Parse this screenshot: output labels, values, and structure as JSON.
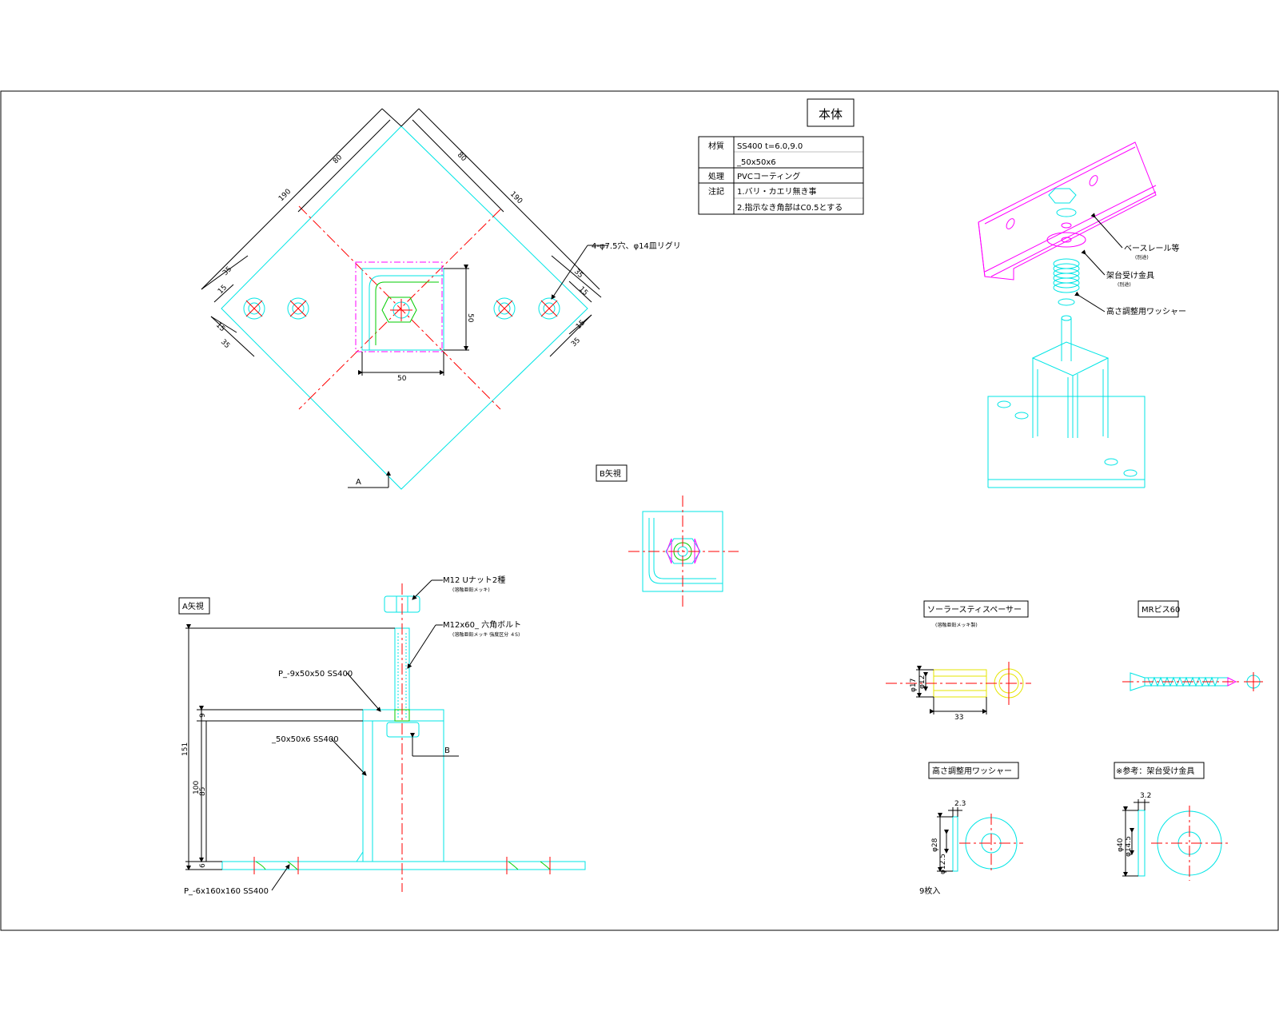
{
  "title_box": {
    "label": "本体"
  },
  "spec_table": {
    "rows": [
      {
        "key": "材質",
        "values": [
          "SS400 t=6.0,9.0",
          "_50x50x6"
        ]
      },
      {
        "key": "処理",
        "values": [
          "PVCコーティング"
        ]
      },
      {
        "key": "注記",
        "values": [
          "1.バリ・カエリ無き事",
          "2.指示なき角部はC0.5とする"
        ]
      }
    ]
  },
  "top_view": {
    "dims": {
      "d190_left": "190",
      "d80_left": "80",
      "d80_right": "80",
      "d190_right": "190",
      "d35_ul": "35",
      "d15_ul": "15",
      "d15_ll": "15",
      "d35_ll": "35",
      "d35_ur": "35",
      "d15_ur": "15",
      "d15_lr": "15",
      "d35_lr": "35",
      "d50_h": "50",
      "d50_v": "50"
    },
    "hole_note": "4-φ7.5穴、φ14皿リグリ",
    "view_arrow": "A"
  },
  "b_view": {
    "label": "B矢視"
  },
  "a_view": {
    "label": "A矢視",
    "callouts": {
      "nut": "M12 Uナット2種",
      "nut_sub": "(溶融亜鉛メッキ)",
      "bolt": "M12x60_ 六角ボルト",
      "bolt_sub": "(溶融亜鉛メッキ 強度区分 ４S)",
      "top_plate": "P_-9x50x50 SS400",
      "angle": "_50x50x6 SS400",
      "base_plate": "P_-6x160x160 SS400",
      "b_arrow": "B"
    },
    "dims": {
      "d151": "151",
      "d100": "100",
      "d85": "85",
      "d9": "9",
      "d6": "6"
    }
  },
  "iso_view": {
    "callouts": {
      "base_rail": "ベースレール等",
      "base_rail_sub": "(別途)",
      "receiver": "架台受け金具",
      "receiver_sub": "(別途)",
      "washer": "高さ調整用ワッシャー"
    }
  },
  "spacer": {
    "label": "ソーラースティスペーサー",
    "sub": "(溶融亜鉛メッキ製)",
    "dims": {
      "od": "φ17",
      "id": "φ12",
      "len": "33"
    }
  },
  "screw": {
    "label": "MRビス60"
  },
  "washer_detail": {
    "label": "高さ調整用ワッシャー",
    "dims": {
      "t": "2.3",
      "od": "φ28",
      "id": "φ12.5"
    },
    "qty": "9枚入"
  },
  "ref_detail": {
    "label": "※参考：架台受け金具",
    "dims": {
      "t": "3.2",
      "od": "φ40",
      "id": "φ14.5"
    }
  },
  "colors": {
    "outline": "#00e5e5",
    "center": "#ff0000",
    "hidden": "#ff00ff",
    "weld": "#00cc00",
    "spacer": "#e5e500"
  }
}
